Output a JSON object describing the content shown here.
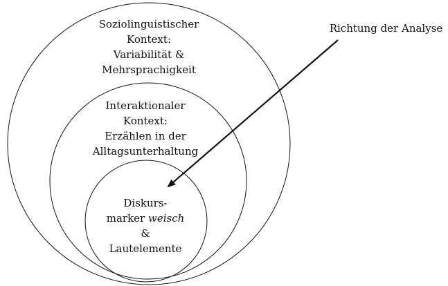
{
  "diagram": {
    "arrow_label": "Richtung der Analyse",
    "outer": {
      "lines": [
        "Soziolinguistischer",
        "Kontext:",
        "Variabilität &",
        "Mehrsprachigkeit"
      ]
    },
    "middle": {
      "lines": [
        "Interaktionaler",
        "Kontext:",
        "Erzählen in der",
        "Alltagsunterhaltung"
      ]
    },
    "inner": {
      "line1": "Diskurs-",
      "line2_prefix": "marker ",
      "line2_italic": "weisch",
      "line3": "&",
      "line4": "Lautelemente"
    }
  },
  "colors": {
    "stroke": "#111111",
    "background": "#ffffff"
  }
}
